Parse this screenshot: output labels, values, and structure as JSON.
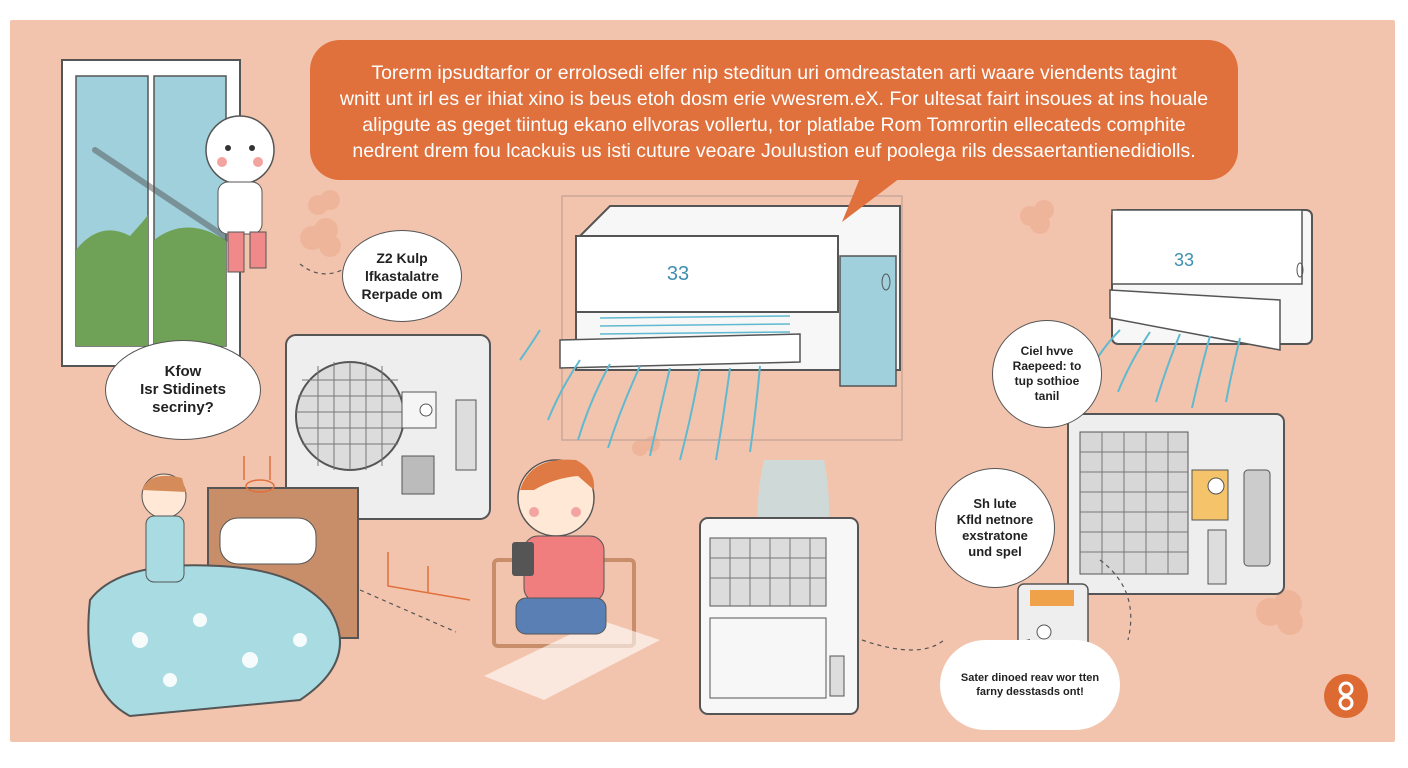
{
  "speech": {
    "lines": [
      "Torerm ipsudtarfor or errolosedi elfer nip steditun uri omdreastaten arti waare viendents tagint",
      "wnitt unt irl es er ihiat xino is beus etoh dosm erie vwesrem.eX. For ultesat fairt insoues at ins houale",
      "alipgute as geget tiintug ekano ellvoras vollertu, tor platlabe Rom Tomrortin ellecateds comphite",
      "nedrent drem fou lcackuis us isti cuture veoare Joulustion euf poolega rils dessaertantienedidiolls."
    ]
  },
  "bubbles": {
    "b1": [
      "Z2 Kulp",
      "lfkastalatre",
      "Rerpade om"
    ],
    "b2": [
      "Kfow",
      "Isr Stidinets",
      "secriny?"
    ],
    "b3": [
      "Ciel hvve",
      "Raepeed: to",
      "tup sothioe",
      "tanil"
    ],
    "b4": [
      "Sh lute",
      "Kfld netnore",
      "exstratone",
      "und spel"
    ],
    "b5": [
      "Sater dinoed reav wor tten",
      "farny desstasds ont!"
    ]
  },
  "displays": {
    "main_ac": "33",
    "right_ac": "33"
  },
  "colors": {
    "background": "#f3c4ad",
    "accent": "#e0703c",
    "airflow": "#5fb9d0",
    "appliance": "#f5f5f5",
    "outline": "#5a5a5a"
  },
  "icons": [
    "window-icon",
    "toddler-icon",
    "outdoor-unit-icon",
    "bed-icon",
    "child-with-tablet-icon",
    "split-ac-icon",
    "portable-cooler-icon",
    "heat-pump-icon",
    "plug-icon",
    "logo-icon"
  ]
}
